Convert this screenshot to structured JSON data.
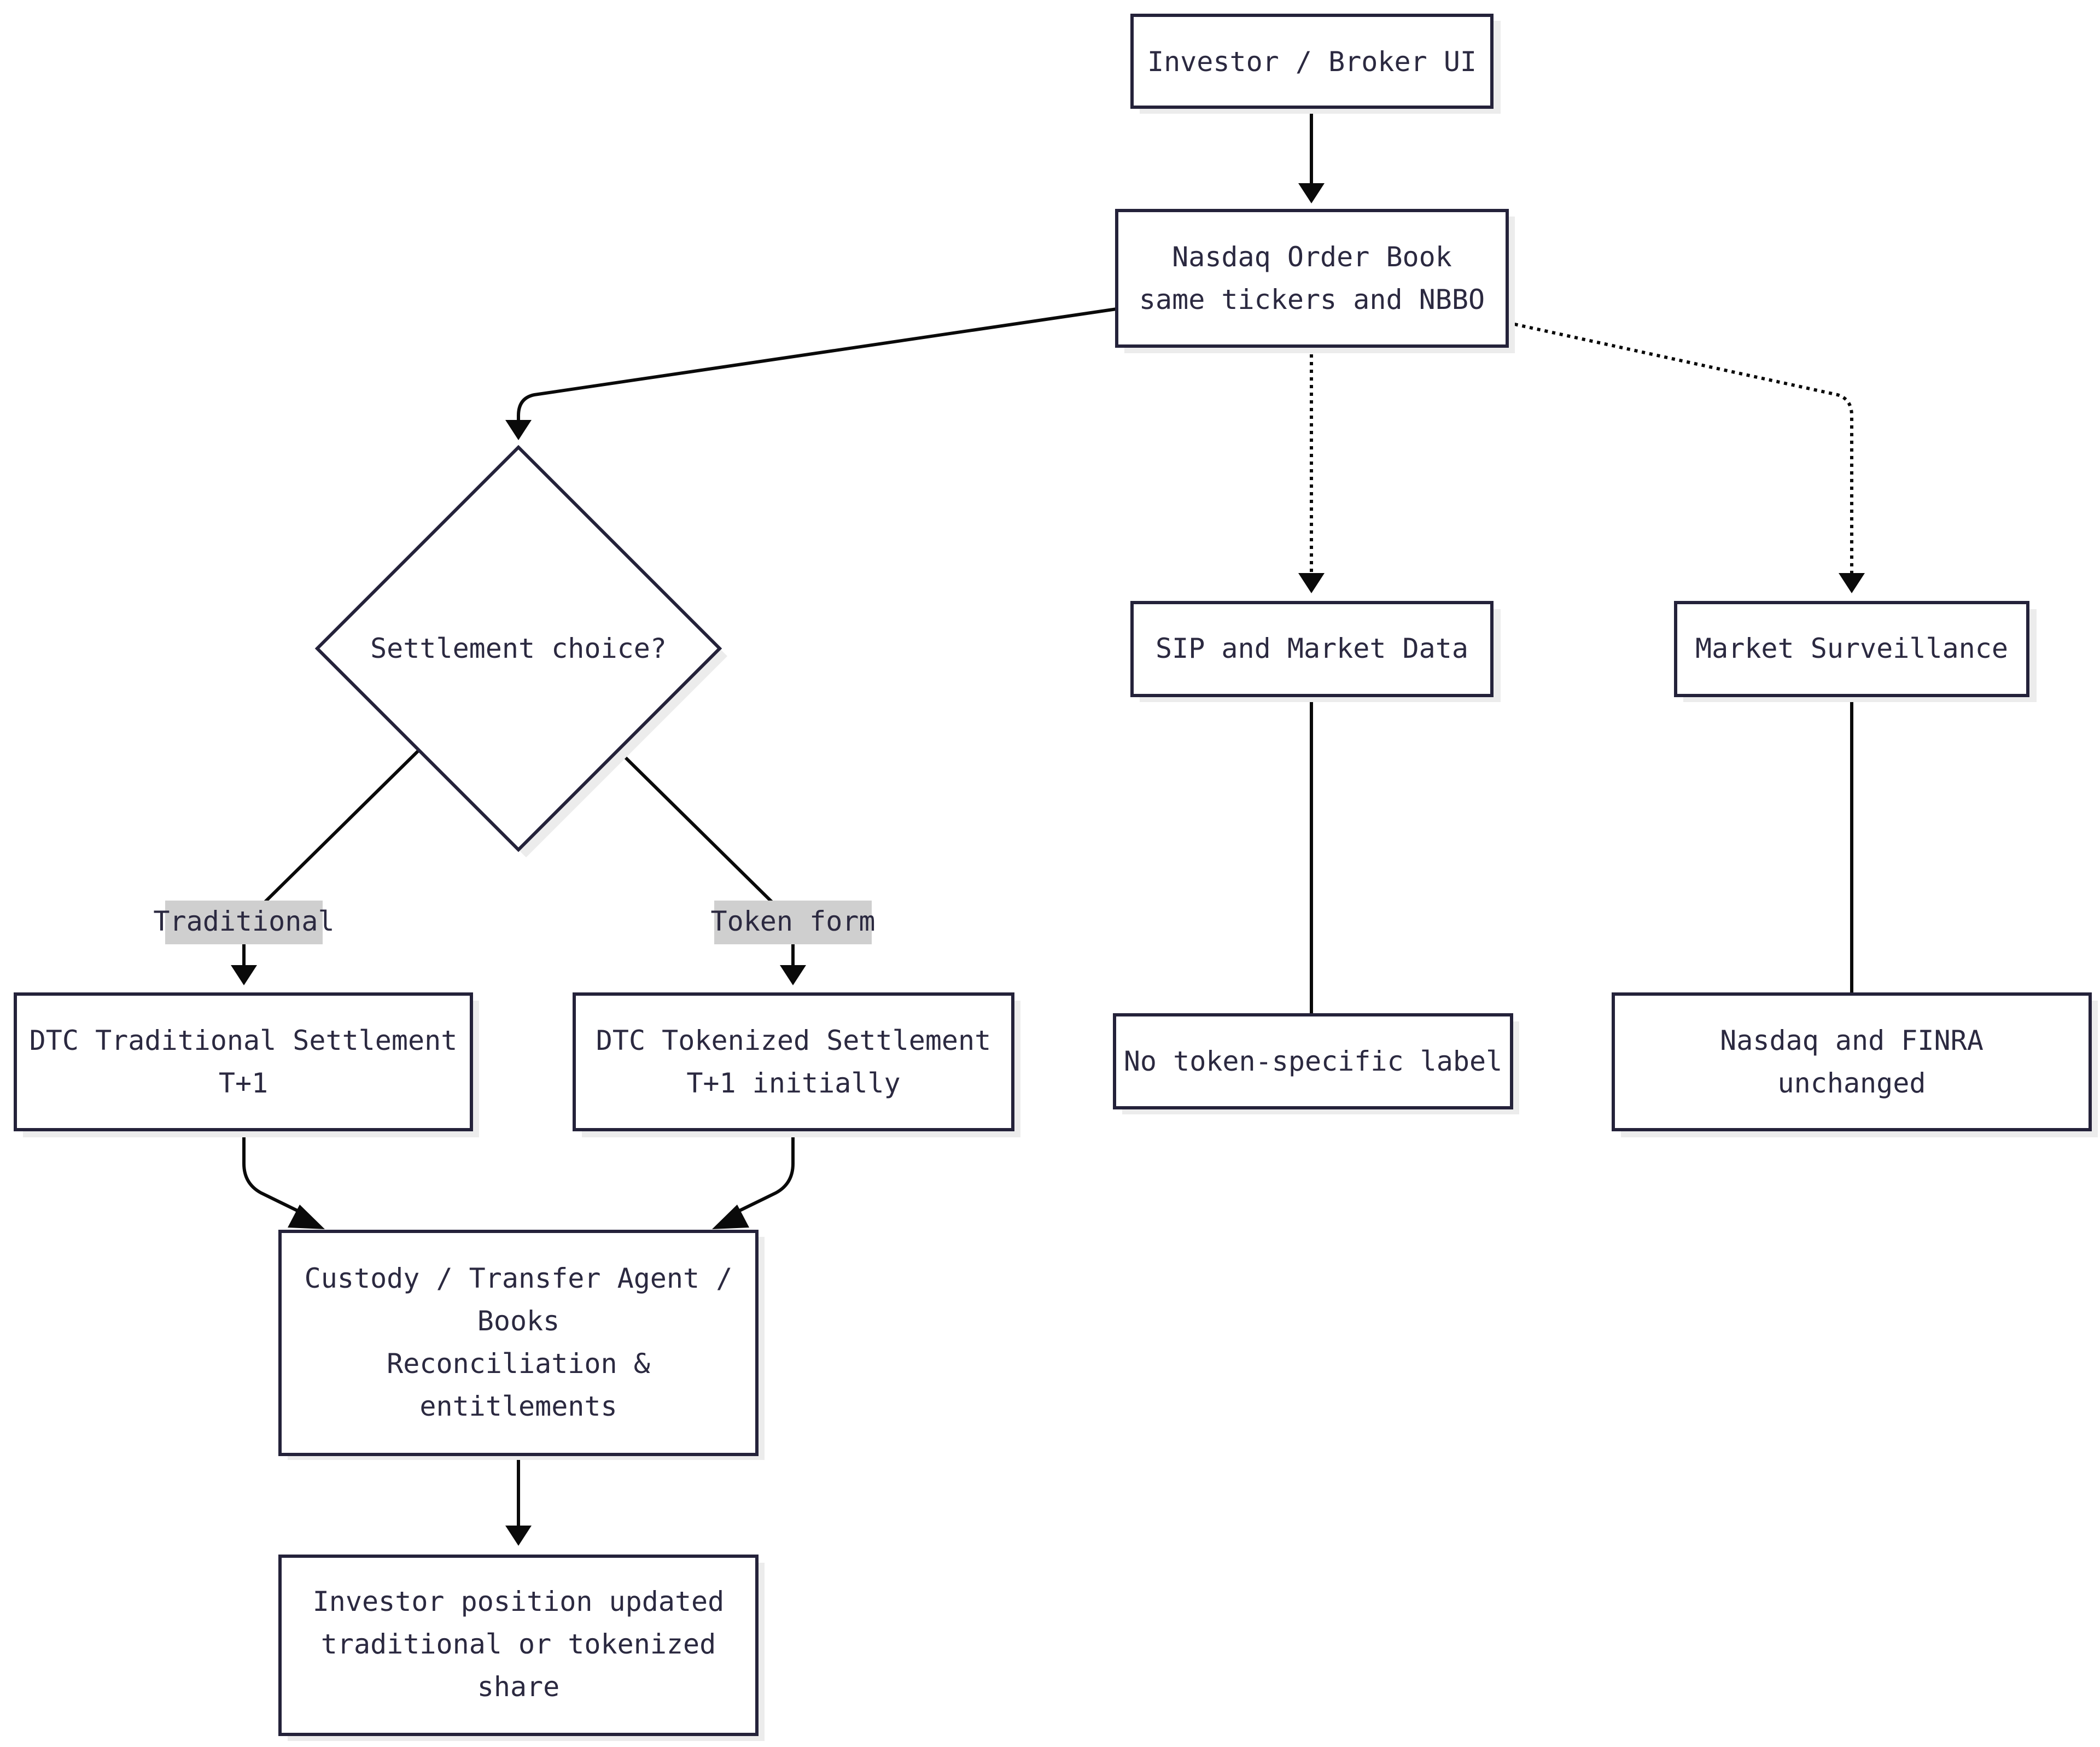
{
  "nodes": {
    "investor_ui": {
      "lines": [
        "Investor / Broker UI"
      ]
    },
    "order_book": {
      "lines": [
        "Nasdaq Order Book",
        "same tickers and NBBO"
      ]
    },
    "settlement_choice": {
      "lines": [
        "Settlement choice?"
      ]
    },
    "sip": {
      "lines": [
        "SIP and Market Data"
      ]
    },
    "surveillance": {
      "lines": [
        "Market Surveillance"
      ]
    },
    "dtc_traditional": {
      "lines": [
        "DTC Traditional Settlement",
        "T+1"
      ]
    },
    "dtc_tokenized": {
      "lines": [
        "DTC Tokenized Settlement",
        "T+1 initially"
      ]
    },
    "no_label": {
      "lines": [
        "No token-specific label"
      ]
    },
    "finra": {
      "lines": [
        "Nasdaq and FINRA",
        "unchanged"
      ]
    },
    "custody": {
      "lines": [
        "Custody / Transfer Agent /",
        "Books",
        "Reconciliation &",
        "entitlements"
      ]
    },
    "position": {
      "lines": [
        "Investor position updated",
        "traditional or tokenized",
        "share"
      ]
    }
  },
  "edge_labels": {
    "traditional": "Traditional",
    "token_form": "Token form"
  },
  "colors": {
    "node_border": "#24223a",
    "node_fill": "#ffffff",
    "edge": "#0a0a0a",
    "label_bg": "#cfcfcf",
    "text": "#2b2940"
  }
}
